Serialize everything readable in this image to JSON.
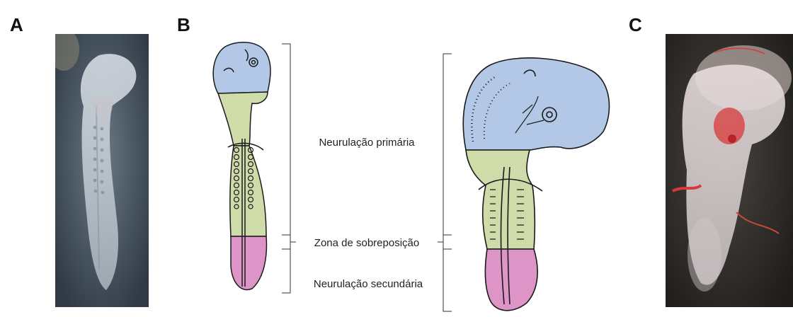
{
  "panels": {
    "a": {
      "letter": "A"
    },
    "b": {
      "letter": "B"
    },
    "c": {
      "letter": "C"
    }
  },
  "labels": {
    "primary": "Neurulação primária",
    "overlap": "Zona de sobreposição",
    "secondary": "Neurulação secundária"
  },
  "colors": {
    "forebrain_blue": "#b3c8e6",
    "primary_green": "#cfdcaa",
    "secondary_pink": "#dd95c8",
    "photo_a_bg": "#3f4b55",
    "photo_c_bg": "#2b2a28",
    "blood_red": "#d83a3a"
  },
  "icons": [
    "embryo-photo-a",
    "embryo-diagram-small",
    "embryo-diagram-large",
    "embryo-photo-c"
  ]
}
